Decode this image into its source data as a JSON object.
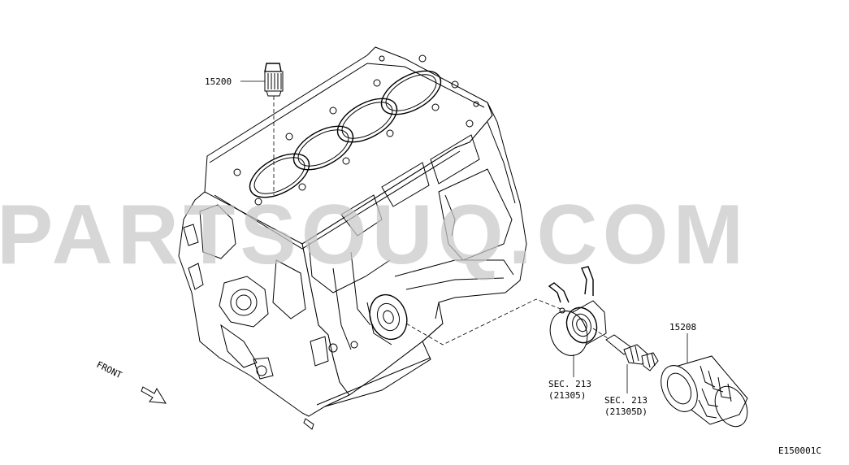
{
  "watermark": "PARTSOUQ.COM",
  "figure_code": "E150001C",
  "front_label": "FRONT",
  "callouts": {
    "oil_strainer": "15200",
    "oil_filter": "15208",
    "sec213_cooler": {
      "line1": "SEC. 213",
      "line2": "(21305)"
    },
    "sec213_connector": {
      "line1": "SEC. 213",
      "line2": "(21305D)"
    }
  }
}
